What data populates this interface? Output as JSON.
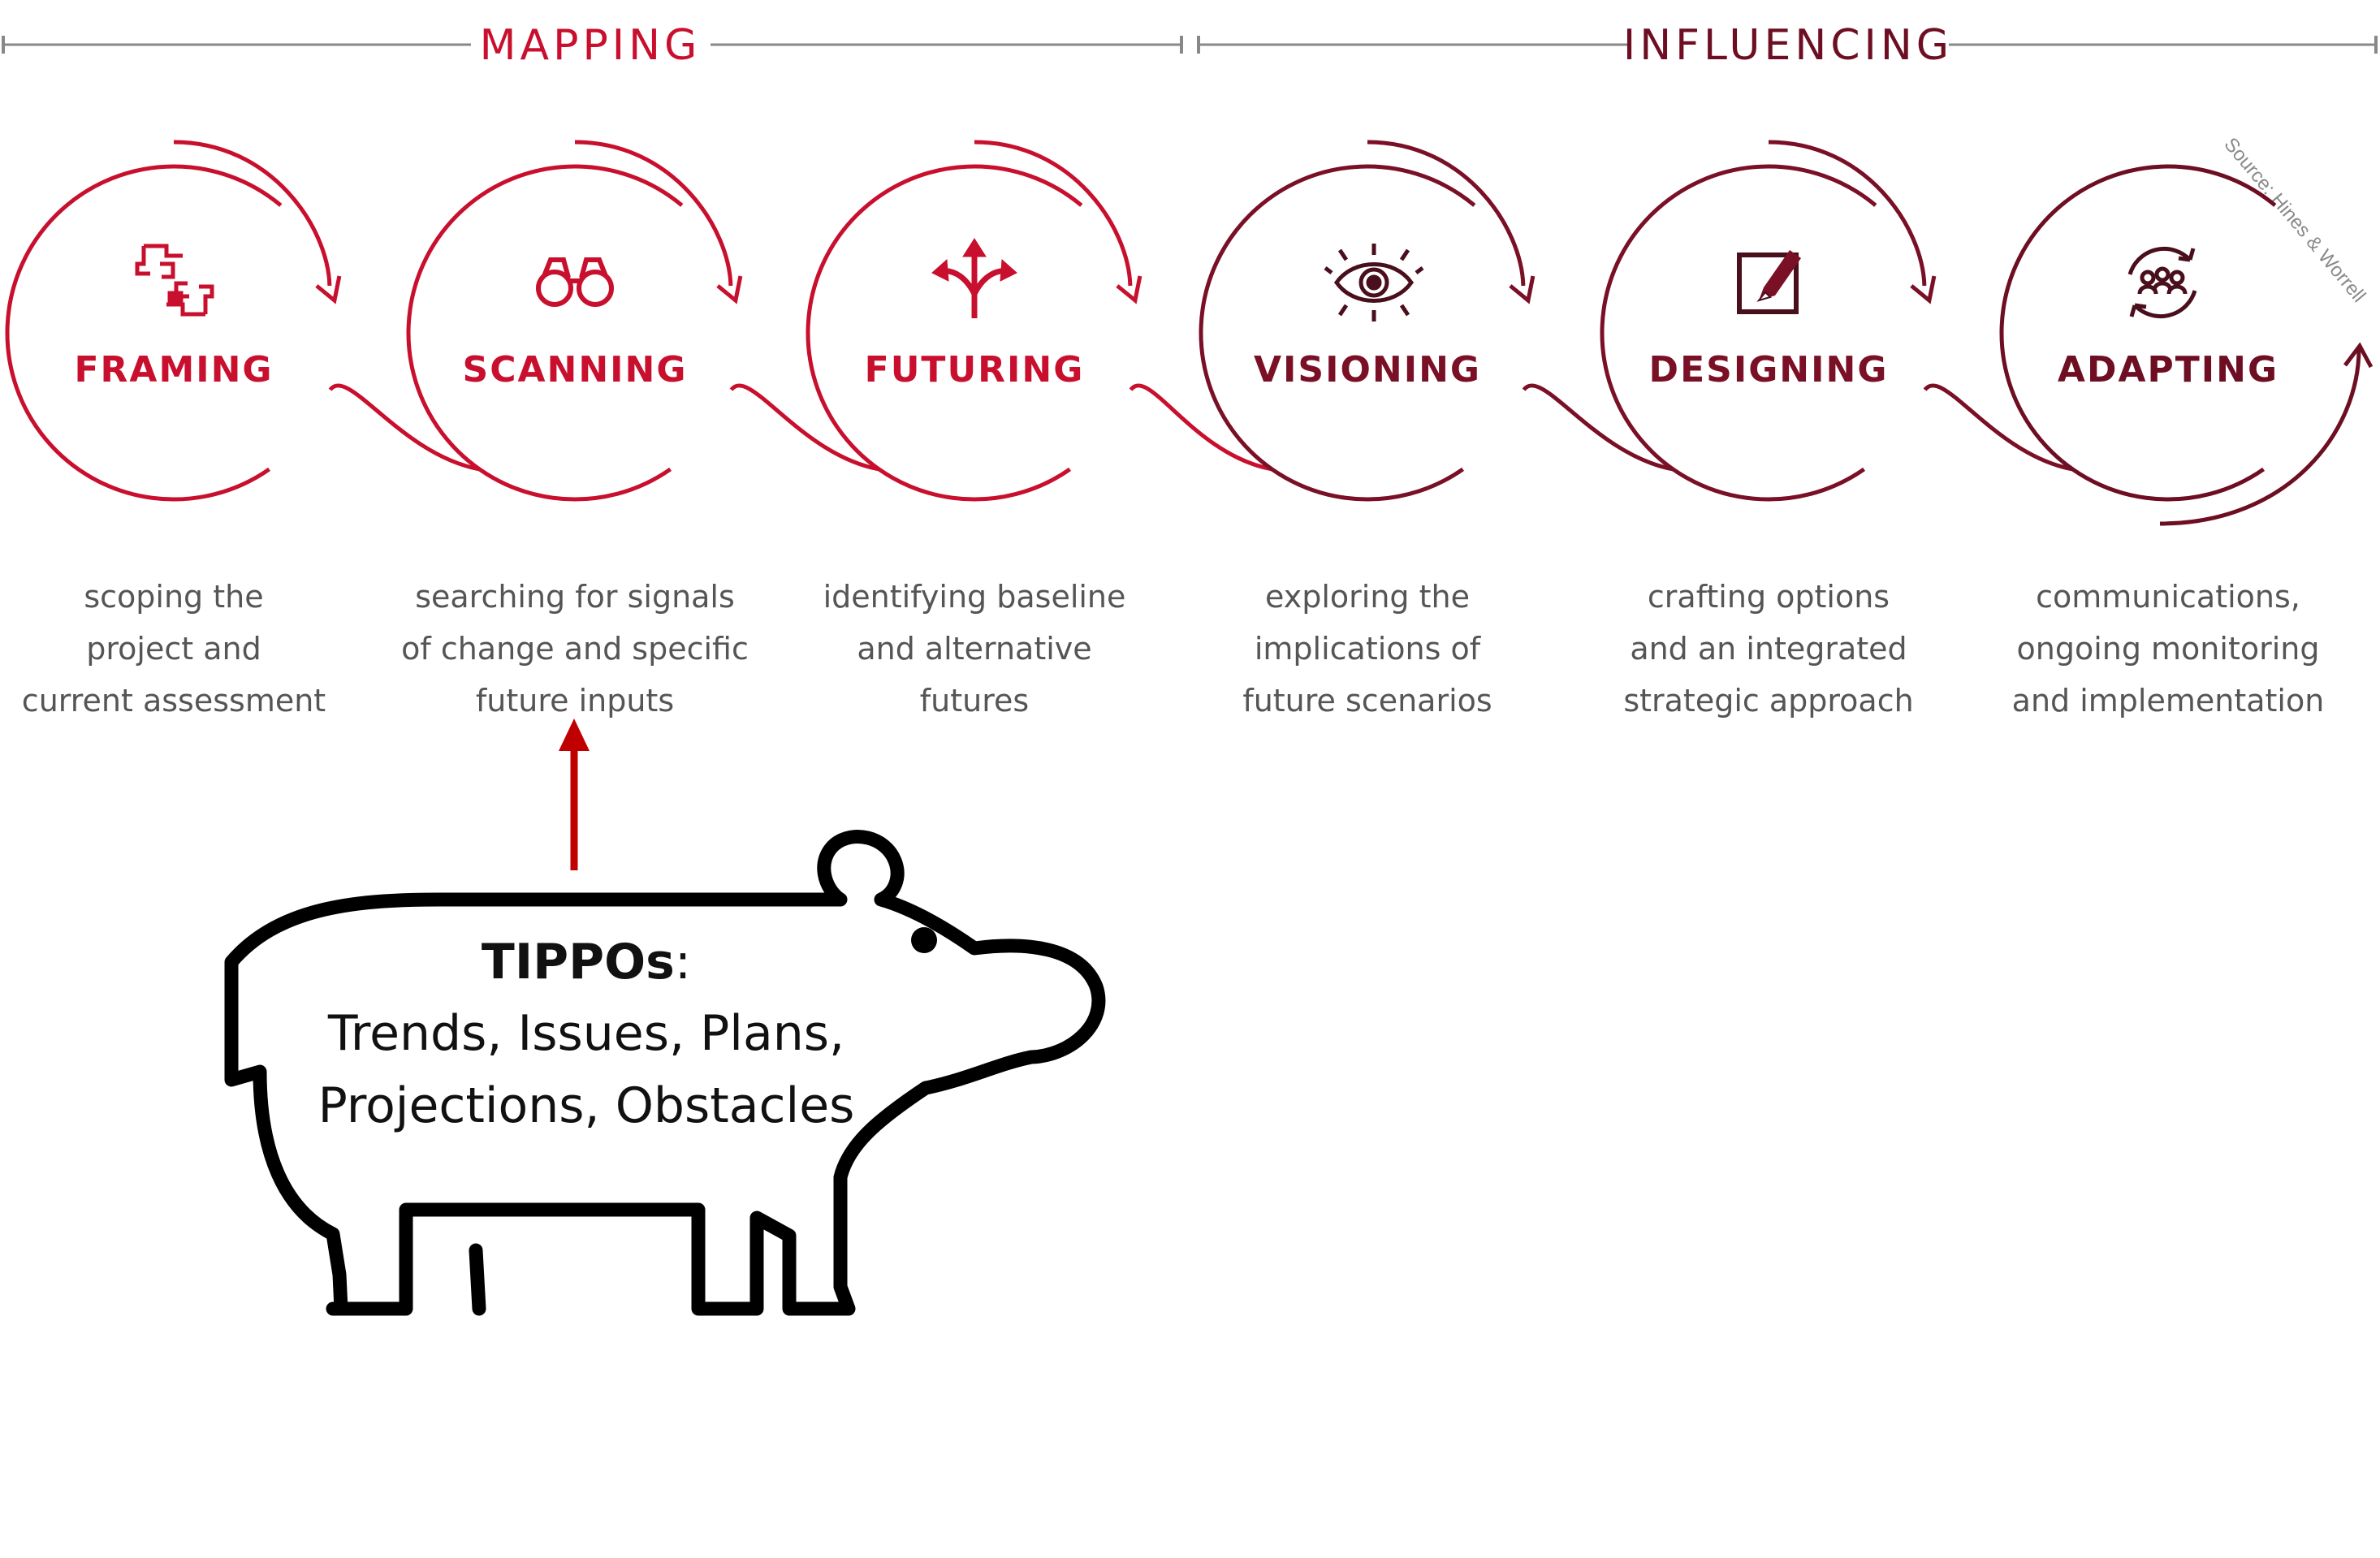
{
  "phases": {
    "mapping": {
      "label": "MAPPING",
      "color": "#c8102e"
    },
    "influencing": {
      "label": "INFLUENCING",
      "color": "#6d0e22"
    }
  },
  "source": "Source: Hines & Worrell",
  "steps": [
    {
      "title": "FRAMING",
      "icon": "handshake-icon",
      "color": "#c8102e",
      "desc": [
        "scoping the",
        "project and",
        "current assessment"
      ]
    },
    {
      "title": "SCANNING",
      "icon": "binoculars-icon",
      "color": "#c8102e",
      "desc": [
        "searching for signals",
        "of change and specific",
        "future inputs"
      ]
    },
    {
      "title": "FUTURING",
      "icon": "diverging-arrows-icon",
      "color": "#c8102e",
      "desc": [
        "identifying baseline",
        "and alternative",
        "futures"
      ]
    },
    {
      "title": "VISIONING",
      "icon": "eye-icon",
      "color": "#7a1026",
      "desc": [
        "exploring the",
        "implications of",
        "future scenarios"
      ]
    },
    {
      "title": "DESIGNING",
      "icon": "pencil-square-icon",
      "color": "#7a1026",
      "desc": [
        "crafting options",
        "and an integrated",
        "strategic approach"
      ]
    },
    {
      "title": "ADAPTING",
      "icon": "people-cycle-icon",
      "color": "#6d0e22",
      "desc": [
        "communications,",
        "ongoing monitoring",
        "and implementation"
      ]
    }
  ],
  "hippo": {
    "title": "TIPPOs",
    "colon": ":",
    "lines": [
      "Trends, Issues, Plans,",
      "Projections, Obstacles"
    ]
  }
}
